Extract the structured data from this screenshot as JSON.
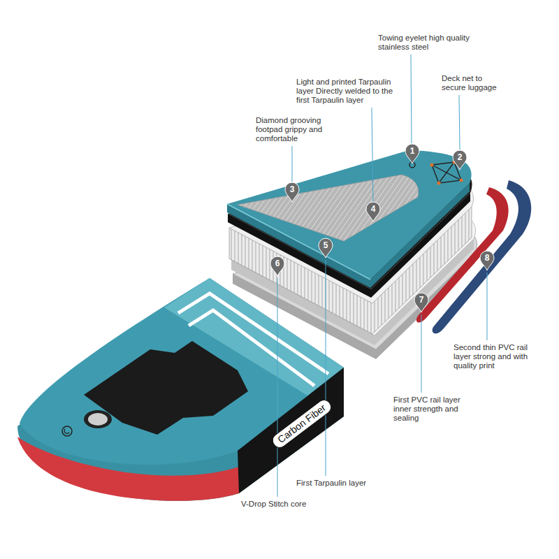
{
  "diagram": {
    "nodes": [
      {
        "text": [
          "1"
        ]
      },
      {
        "text": [
          "2"
        ]
      },
      {
        "text": [
          "3"
        ]
      },
      {
        "text": [
          "4"
        ]
      },
      {
        "text": [
          "5"
        ]
      },
      {
        "text": [
          "6"
        ]
      },
      {
        "text": [
          "7"
        ]
      },
      {
        "text": [
          "8"
        ]
      },
      {
        "text": [
          "Carbon Fiber"
        ]
      }
    ],
    "labels": [
      "Towing eyelet high quality stainless steel",
      "Light and printed Tarpaulin layer Directly welded to the first Tarpaulin layer",
      "Deck net to secure luggage",
      "Diamond grooving footpad grippy and comfortable",
      "Second thin PVC rail layer strong and with quality print",
      "First PVC rail layer inner strength and sealing",
      "First Tarpaulin layer",
      "V-Drop Stitch core"
    ]
  }
}
